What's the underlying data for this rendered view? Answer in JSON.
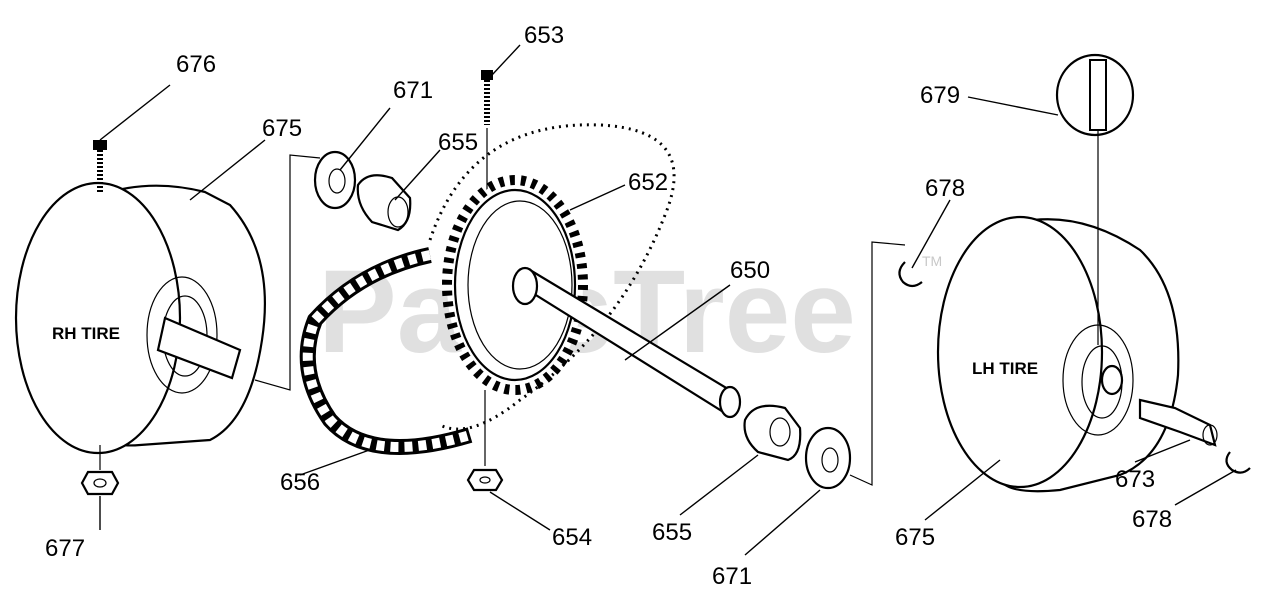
{
  "watermark": {
    "text": "PartsTree",
    "trademark": "TM"
  },
  "tire_labels": {
    "right": "RH TIRE",
    "left": "LH TIRE"
  },
  "callouts": {
    "c676": "676",
    "c675_right": "675",
    "c671_top": "671",
    "c655_top": "655",
    "c653": "653",
    "c652": "652",
    "c650": "650",
    "c679": "679",
    "c678_top": "678",
    "c677": "677",
    "c656": "656",
    "c654": "654",
    "c655_bottom": "655",
    "c671_bottom": "671",
    "c675_left": "675",
    "c673": "673",
    "c678_bottom": "678"
  }
}
